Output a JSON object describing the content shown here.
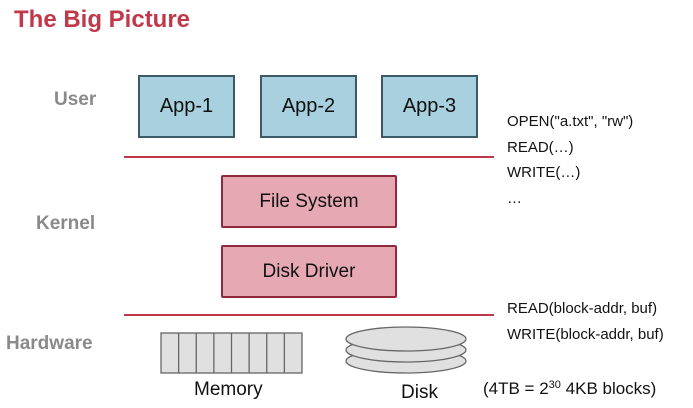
{
  "title": "The Big Picture",
  "layers": {
    "user": "User",
    "kernel": "Kernel",
    "hardware": "Hardware"
  },
  "apps": [
    "App-1",
    "App-2",
    "App-3"
  ],
  "kernel_components": {
    "file_system": "File System",
    "disk_driver": "Disk Driver"
  },
  "syscall_api": [
    "OPEN(\"a.txt\", \"rw\")",
    "READ(…)",
    "WRITE(…)",
    "…"
  ],
  "block_api": [
    "READ(block-addr, buf)",
    "WRITE(block-addr, buf)"
  ],
  "hardware": {
    "memory_label": "Memory",
    "disk_label": "Disk",
    "memory_cells": 8,
    "disk_platters": 3
  },
  "note": {
    "prefix": "(4TB = 2",
    "exponent": "30",
    "suffix": " 4KB blocks)"
  },
  "colors": {
    "title": "#c0394b",
    "app_fill": "#a8d0de",
    "kernel_fill": "#e6a9b4",
    "divider": "#c0394b",
    "hardware_fill": "#e0e0e0"
  }
}
